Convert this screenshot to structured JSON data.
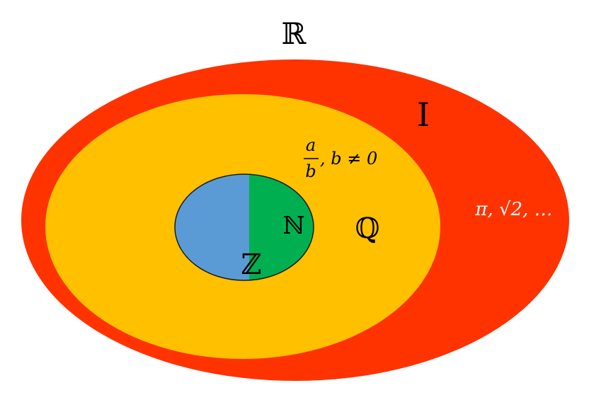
{
  "diagram": {
    "title": "ℝ",
    "sets": {
      "irrationals": {
        "label": "I",
        "example": "π, √2, …",
        "color": "#ff3300"
      },
      "rationals": {
        "label": "ℚ",
        "color": "#ffc000"
      },
      "integers": {
        "label": "ℤ",
        "color": "#5b9bd5"
      },
      "naturals": {
        "label": "ℕ",
        "color": "#00b050"
      }
    },
    "fraction": {
      "numerator": "a",
      "denominator": "b",
      "condition": ", b ≠ 0"
    }
  }
}
